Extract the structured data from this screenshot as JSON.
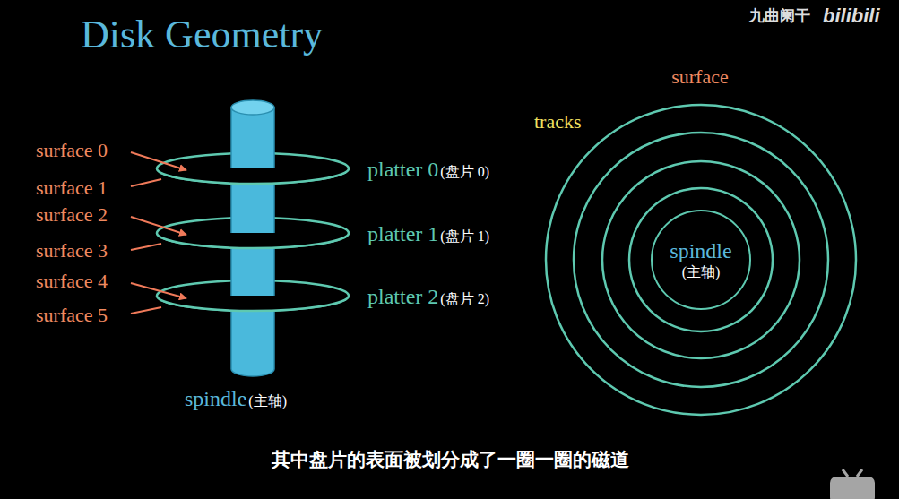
{
  "diagram": {
    "title": "Disk Geometry",
    "caption": "其中盘片的表面被划分成了一圈一圈的磁道",
    "nodes": [
      {
        "text": [
          "spindle",
          "(主轴)"
        ]
      }
    ],
    "labels": [
      "surface 0",
      "surface 1",
      "surface 2",
      "surface 3",
      "surface 4",
      "surface 5",
      "platter 0",
      "(盘片 0)",
      "platter 1",
      "(盘片 1)",
      "platter 2",
      "(盘片 2)",
      "spindle",
      "(主轴)",
      "surface",
      "tracks",
      "九曲阑干",
      "bilibili"
    ]
  }
}
